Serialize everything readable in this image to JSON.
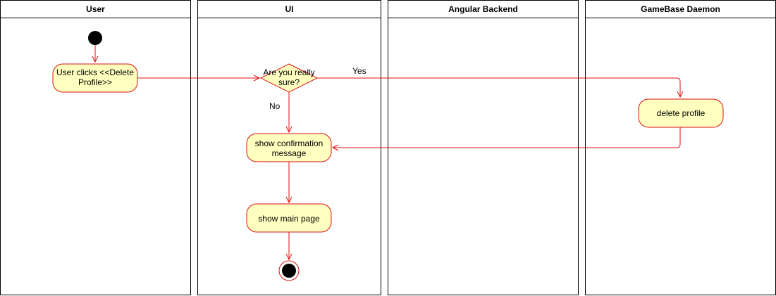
{
  "lanes": [
    {
      "title": "User"
    },
    {
      "title": "UI"
    },
    {
      "title": "Angular Backend"
    },
    {
      "title": "GameBase Daemon"
    }
  ],
  "nodes": {
    "user_clicks": {
      "line1": "User clicks <<Delete",
      "line2": "Profile>>"
    },
    "decision": {
      "line1": "Are you really",
      "line2": "sure?"
    },
    "delete_profile": {
      "label": "delete profile"
    },
    "show_confirmation": {
      "line1": "show confirmation",
      "line2": "message"
    },
    "show_main_page": {
      "label": "show main page"
    }
  },
  "edges": {
    "yes_label": "Yes",
    "no_label": "No"
  },
  "colors": {
    "node_fill": "#ffffc0",
    "node_stroke": "#dd1111",
    "edge": "#dd1111"
  }
}
